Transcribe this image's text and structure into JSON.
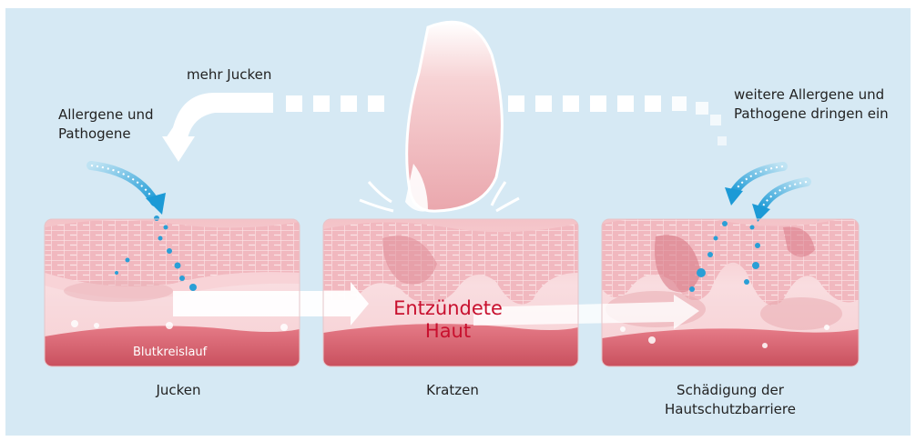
{
  "labels": {
    "top_left_line1": "Allergene und",
    "top_left_line2": "Pathogene",
    "more_itch": "mehr Jucken",
    "top_right_line1": "weitere Allergene und",
    "top_right_line2": "Pathogene dringen ein",
    "blood": "Blutkreislauf",
    "inflamed_line1": "Entzündete",
    "inflamed_line2": "Haut",
    "panel1_caption": "Jucken",
    "panel2_caption": "Kratzen",
    "panel3_caption_line1": "Schädigung der",
    "panel3_caption_line2": "Hautschutzbarriere"
  },
  "colors": {
    "background": "#d6e9f4",
    "skin_light": "#fbe3e5",
    "skin_mid": "#f2c0c5",
    "skin_dark": "#e58a95",
    "blood": "#d9606d",
    "accent_red": "#c8102e",
    "particles": "#2a9fd6"
  }
}
